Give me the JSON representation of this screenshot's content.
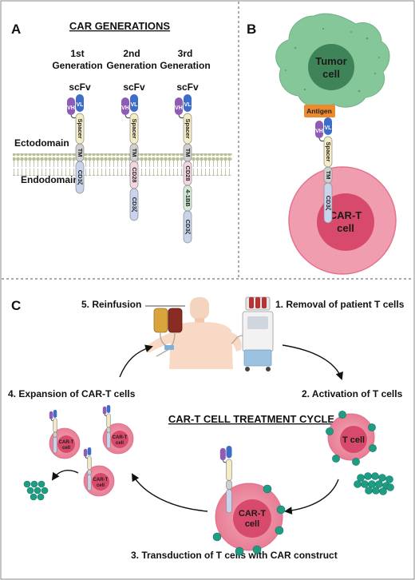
{
  "panels": {
    "a": "A",
    "b": "B",
    "c": "C"
  },
  "panel_a": {
    "title": "CAR GENERATIONS",
    "generations": [
      {
        "line1": "1st",
        "line2": "Generation"
      },
      {
        "line1": "2nd",
        "line2": "Generation"
      },
      {
        "line1": "3rd",
        "line2": "Generation"
      }
    ],
    "scfv": "scFv",
    "ectodomain": "Ectodomain",
    "endodomain": "Endodomain",
    "segments": {
      "vh": "VH",
      "vl": "VL",
      "spacer": "Spacer",
      "tm": "TM",
      "cd28": "CD28",
      "cd3z": "CD3ζ",
      "fourbb": "4-1BB"
    }
  },
  "panel_b": {
    "tumor_cell": "Tumor cell",
    "antigen": "Antigen",
    "car_t_cell": "CAR-T cell"
  },
  "panel_c": {
    "cycle_title": "CAR-T CELL TREATMENT CYCLE",
    "steps": {
      "s1": "1. Removal of patient T cells",
      "s2": "2. Activation of T cells",
      "s3": "3. Transduction of T cells with CAR construct",
      "s4": "4. Expansion of CAR-T cells",
      "s5": "5. Reinfusion"
    },
    "t_cell": "T cell",
    "car_t_cell": "CAR-T cell"
  },
  "colors": {
    "vh": "#8e5bb5",
    "vl": "#3d6cc9",
    "spacer": "#f3ecc4",
    "tm": "#cfcfcf",
    "cd28": "#f4d6e0",
    "cd3z": "#c9d3ec",
    "fourbb": "#d5ecd9",
    "tumor": "#7fc593",
    "tumor_nucleus": "#3f8458",
    "antigen": "#ee8a2e",
    "car_t": "#e66a85",
    "car_t_nucleus": "#d03c5f",
    "bead": "#1f9d84"
  }
}
